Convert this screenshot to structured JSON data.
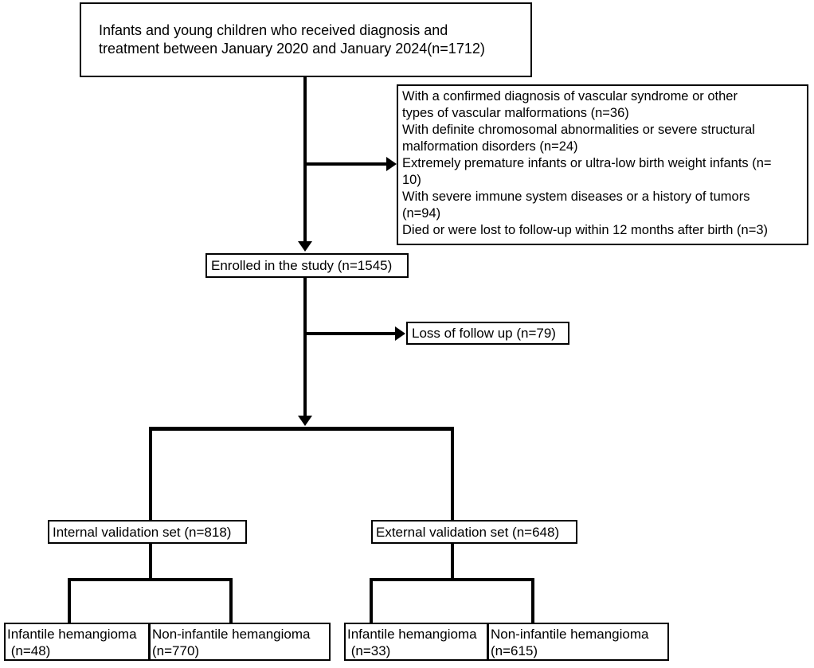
{
  "flowchart": {
    "colors": {
      "line": "#000000",
      "border": "#000000",
      "background": "#ffffff",
      "text": "#000000"
    },
    "population_box": {
      "lines": [
        "Infants and young children who received diagnosis and",
        "treatment between January 2020 and January 2024(n=1712)"
      ]
    },
    "exclusion_box": {
      "lines": [
        "With a confirmed diagnosis of vascular syndrome or other",
        "types of vascular malformations (n=36)",
        "With definite chromosomal abnormalities or severe structural",
        "malformation disorders (n=24)",
        "Extremely premature infants or ultra-low birth weight infants (n=",
        "10)",
        "With severe immune system diseases or a history of tumors",
        "(n=94)",
        "Died or were lost to follow-up within 12 months after birth (n=3)"
      ]
    },
    "enrolled_box": {
      "label": "Enrolled in the study (n=1545)"
    },
    "loss_box": {
      "label": "Loss of follow up (n=79)"
    },
    "internal_box": {
      "label": "Internal validation set (n=818)"
    },
    "external_box": {
      "label": "External validation set (n=648)"
    },
    "internal_ih_box": {
      "lines": [
        "Infantile hemangioma",
        " (n=48)"
      ]
    },
    "internal_nih_box": {
      "lines": [
        "Non-infantile hemangioma",
        "(n=770)"
      ]
    },
    "external_ih_box": {
      "lines": [
        "Infantile hemangioma",
        " (n=33)"
      ]
    },
    "external_nih_box": {
      "lines": [
        "Non-infantile hemangioma",
        "(n=615)"
      ]
    }
  }
}
